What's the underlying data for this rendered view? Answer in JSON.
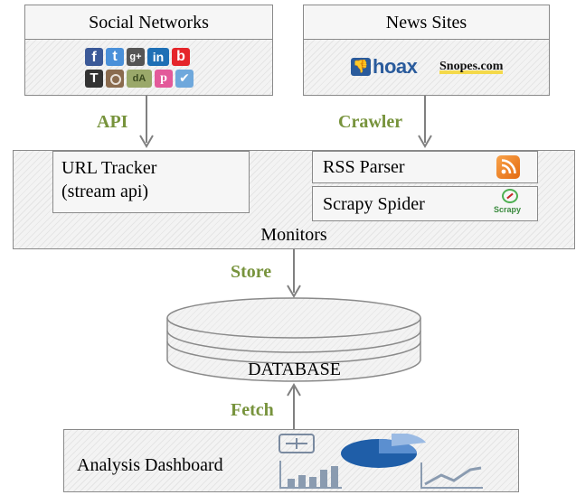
{
  "sources": {
    "social": {
      "title": "Social Networks"
    },
    "news": {
      "title": "News Sites",
      "logos": [
        "hoax",
        "Snopes.com"
      ]
    }
  },
  "edges": {
    "api": "API",
    "crawler": "Crawler",
    "store": "Store",
    "fetch": "Fetch"
  },
  "monitors": {
    "label": "Monitors",
    "url_tracker": {
      "line1": "URL Tracker",
      "line2": "(stream api)"
    },
    "rss_parser": "RSS Parser",
    "scrapy_spider": "Scrapy Spider",
    "scrapy_logo": "Scrapy"
  },
  "database": {
    "label": "DATABASE"
  },
  "dashboard": {
    "label": "Analysis Dashboard"
  },
  "colors": {
    "label_green": "#77933c",
    "arrow": "#808080",
    "border": "#8a8a8a"
  }
}
